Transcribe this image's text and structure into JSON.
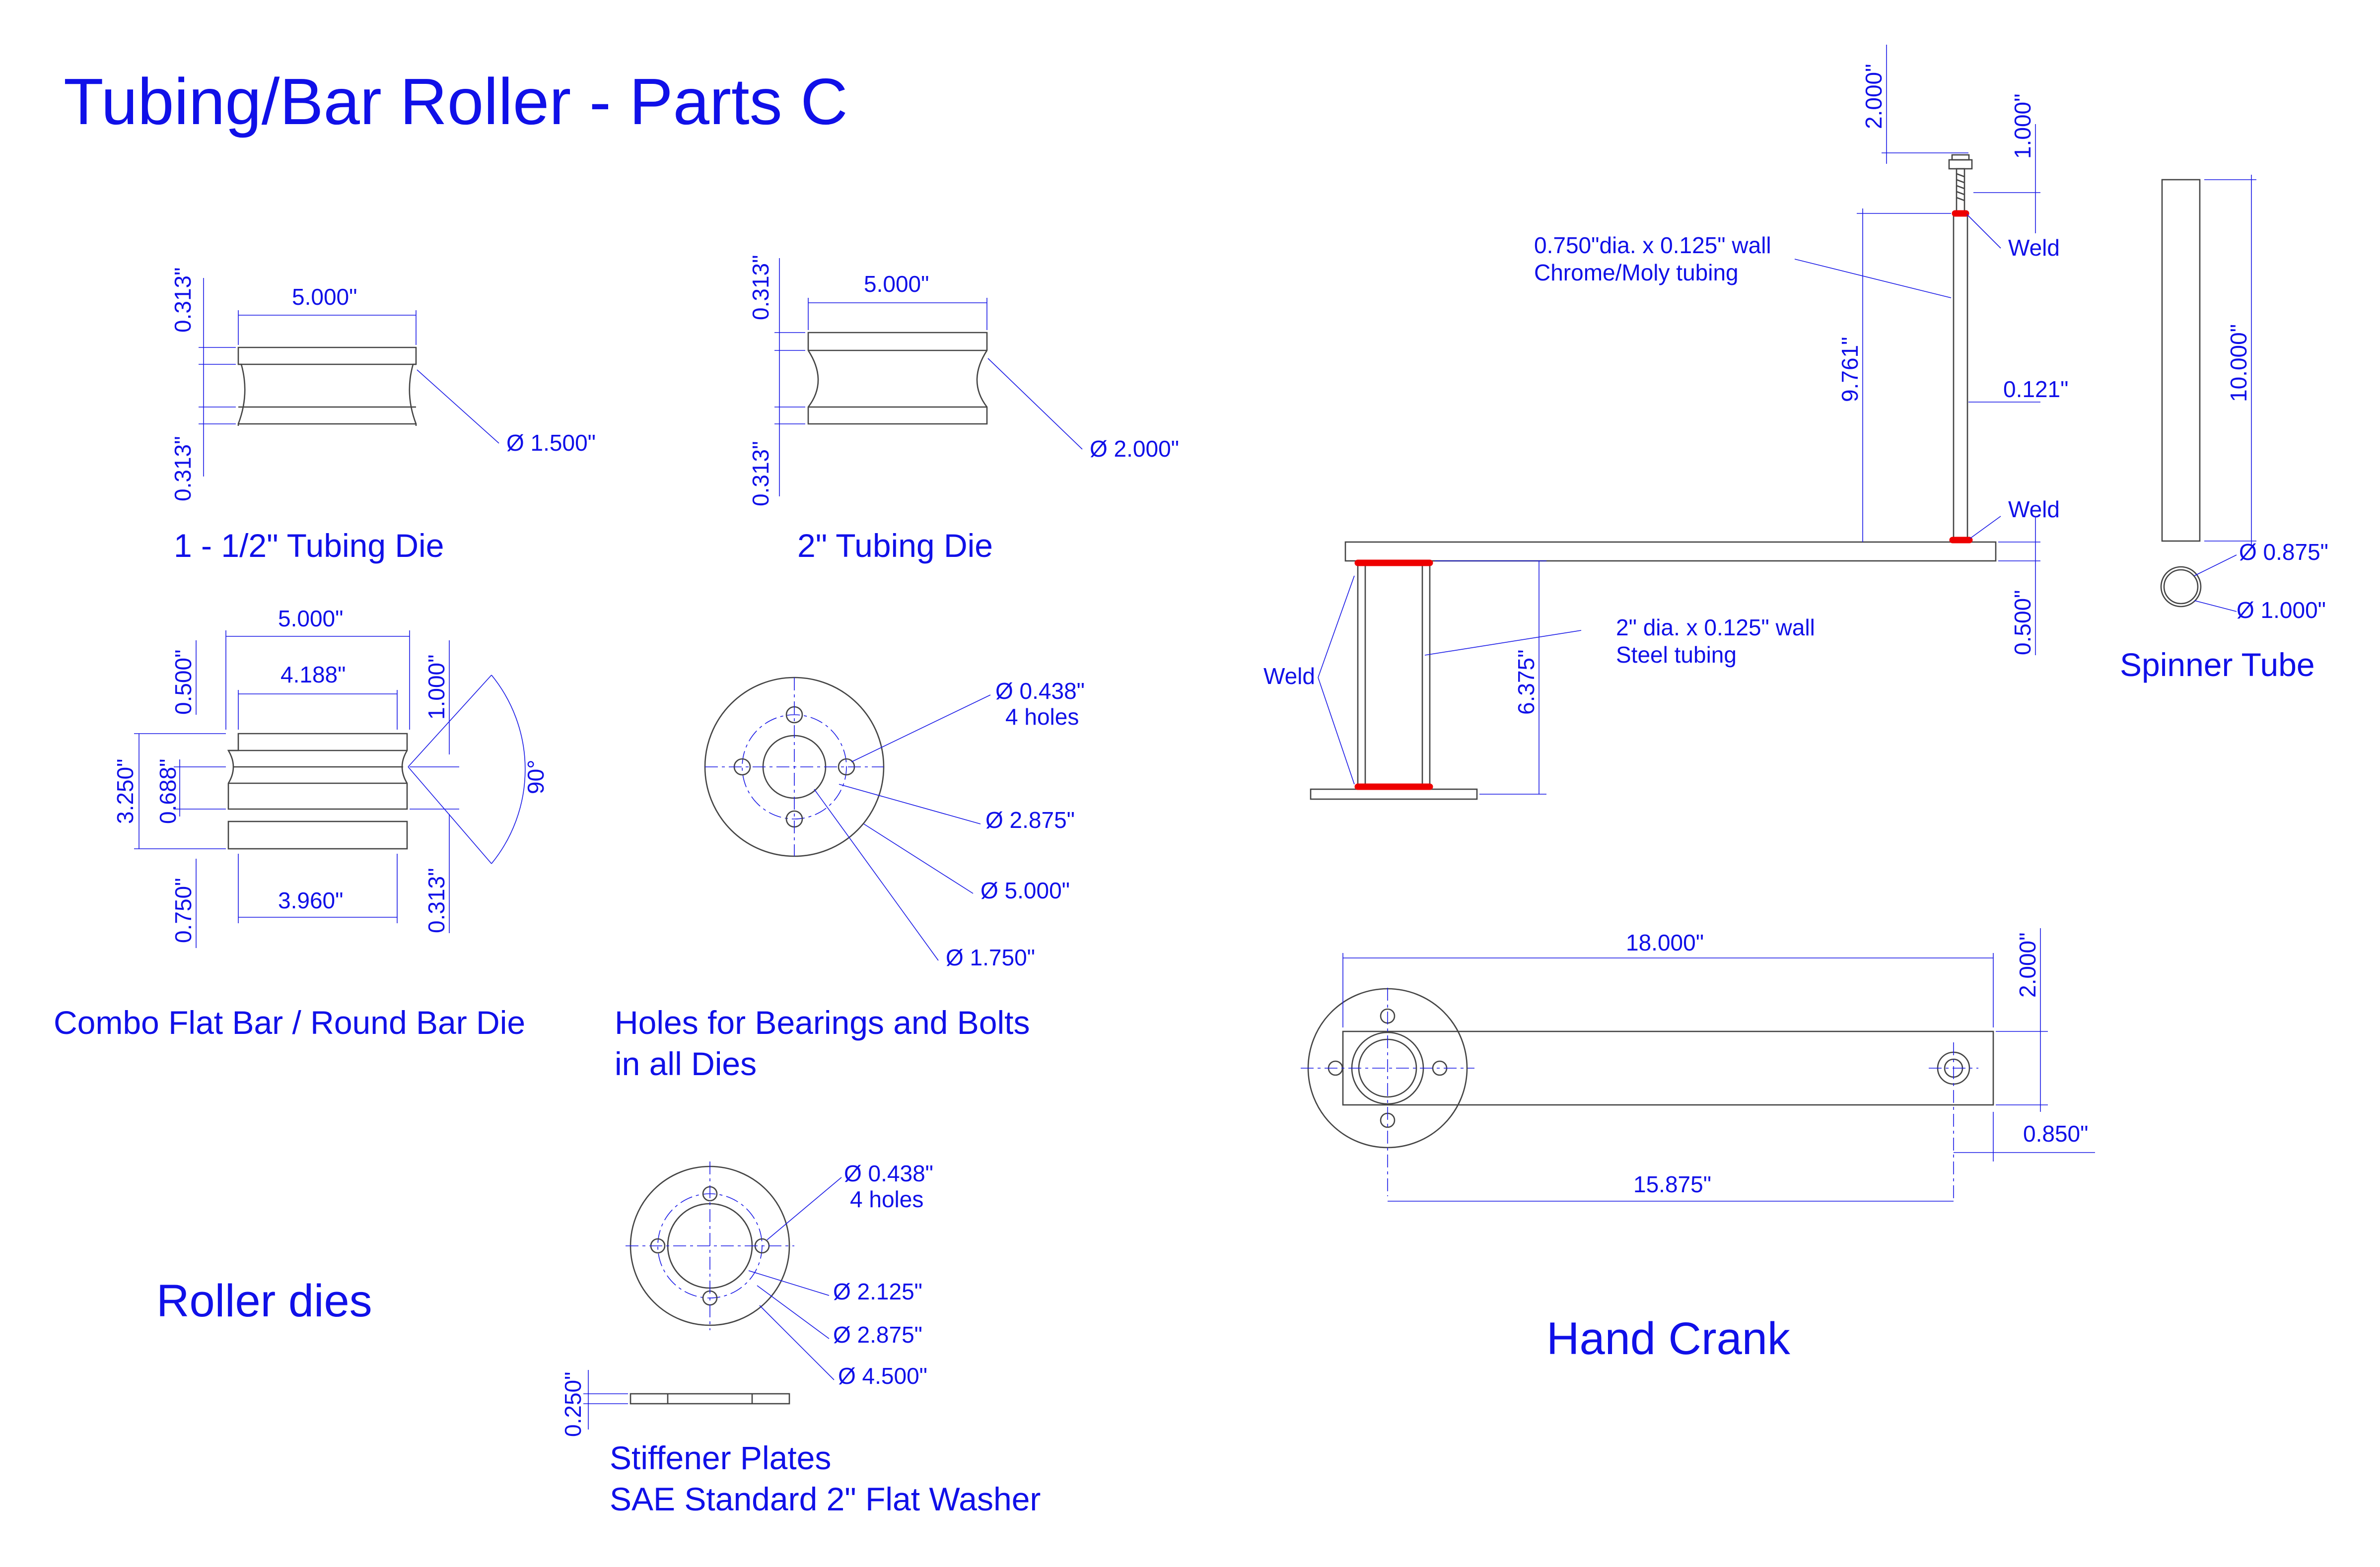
{
  "title": "Tubing/Bar Roller  - Parts C",
  "roller_dies_heading": "Roller dies",
  "tubing_die_15": {
    "caption": "1 - 1/2\" Tubing Die",
    "width": "5.000\"",
    "flange_top": "0.313\"",
    "flange_bottom": "0.313\"",
    "diameter": "Ø 1.500\""
  },
  "tubing_die_2": {
    "caption": "2\" Tubing Die",
    "width": "5.000\"",
    "flange_top": "0.313\"",
    "flange_bottom": "0.313\"",
    "diameter": "Ø 2.000\""
  },
  "combo_die": {
    "caption": "Combo Flat Bar / Round Bar Die",
    "width_overall": "5.000\"",
    "width_top": "4.188\"",
    "width_bottom": "3.960\"",
    "height_overall": "3.250\"",
    "top_step": "0.500\"",
    "groove_depth": "1.000\"",
    "middle": "0.688\"",
    "bottom_step": "0.750\"",
    "bottom_flange": "0.313\"",
    "angle": "90°"
  },
  "holes_view": {
    "caption_line1": "Holes for Bearings and Bolts",
    "caption_line2": " in all Dies",
    "bolt_hole_dia": "Ø 0.438\"",
    "bolt_hole_count": "4 holes",
    "bolt_circle": "Ø 2.875\"",
    "outer_dia": "Ø 5.000\"",
    "center_dia": "Ø 1.750\""
  },
  "stiffener": {
    "caption_line1": "Stiffener Plates",
    "caption_line2": "SAE Standard 2\" Flat Washer",
    "bolt_hole_dia": "Ø 0.438\"",
    "bolt_hole_count": "4 holes",
    "inner_dia": "Ø 2.125\"",
    "bolt_circle": "Ø 2.875\"",
    "outer_dia": "Ø 4.500\"",
    "thickness": "0.250\""
  },
  "hand_crank": {
    "caption": "Hand Crank",
    "top_stack": "2.000\"",
    "nut_stack": "1.000\"",
    "weld_top": "Weld",
    "handle_tube_line1": "0.750\"dia. x 0.125\" wall",
    "handle_tube_line2": "Chrome/Moly tubing",
    "handle_length": "9.761\"",
    "bolt_dia": "0.121\"",
    "weld_handle": "Weld",
    "weld_hub": "Weld",
    "arm_thickness": "0.500\"",
    "hub_tube_line1": "2\" dia. x 0.125\" wall",
    "hub_tube_line2": "Steel tubing",
    "hub_height": "6.375\"",
    "arm_length": "18.000\"",
    "arm_width": "2.000\"",
    "end_offset": "0.850\"",
    "center_to_center": "15.875\""
  },
  "spinner_tube": {
    "caption": "Spinner Tube",
    "length": "10.000\"",
    "inner_dia": "Ø 0.875\"",
    "outer_dia": "Ø 1.000\""
  }
}
